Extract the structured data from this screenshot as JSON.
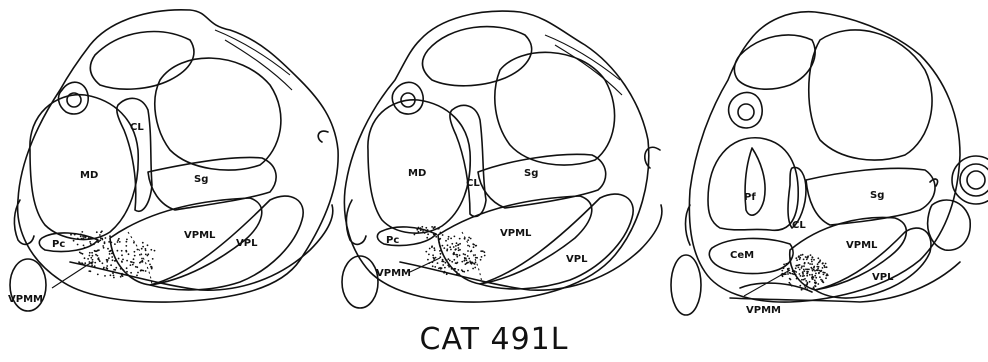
{
  "caption": "CAT 491L",
  "sections": [
    {
      "labels": {
        "md": "MD",
        "cl": "CL",
        "sg": "Sg",
        "pc": "Pc",
        "vpml": "VPML",
        "vpl": "VPL",
        "vpmm": "VPMM"
      }
    },
    {
      "labels": {
        "md": "MD",
        "cl": "CL",
        "sg": "Sg",
        "pc": "Pc",
        "vpml": "VPML",
        "vpl": "VPL",
        "vpmm": "VPMM"
      }
    },
    {
      "labels": {
        "pf": "Pf",
        "cl": "CL",
        "sg": "Sg",
        "cem": "CeM",
        "vpml": "VPML",
        "vpl": "VPL",
        "vpmm": "VPMM"
      }
    }
  ]
}
